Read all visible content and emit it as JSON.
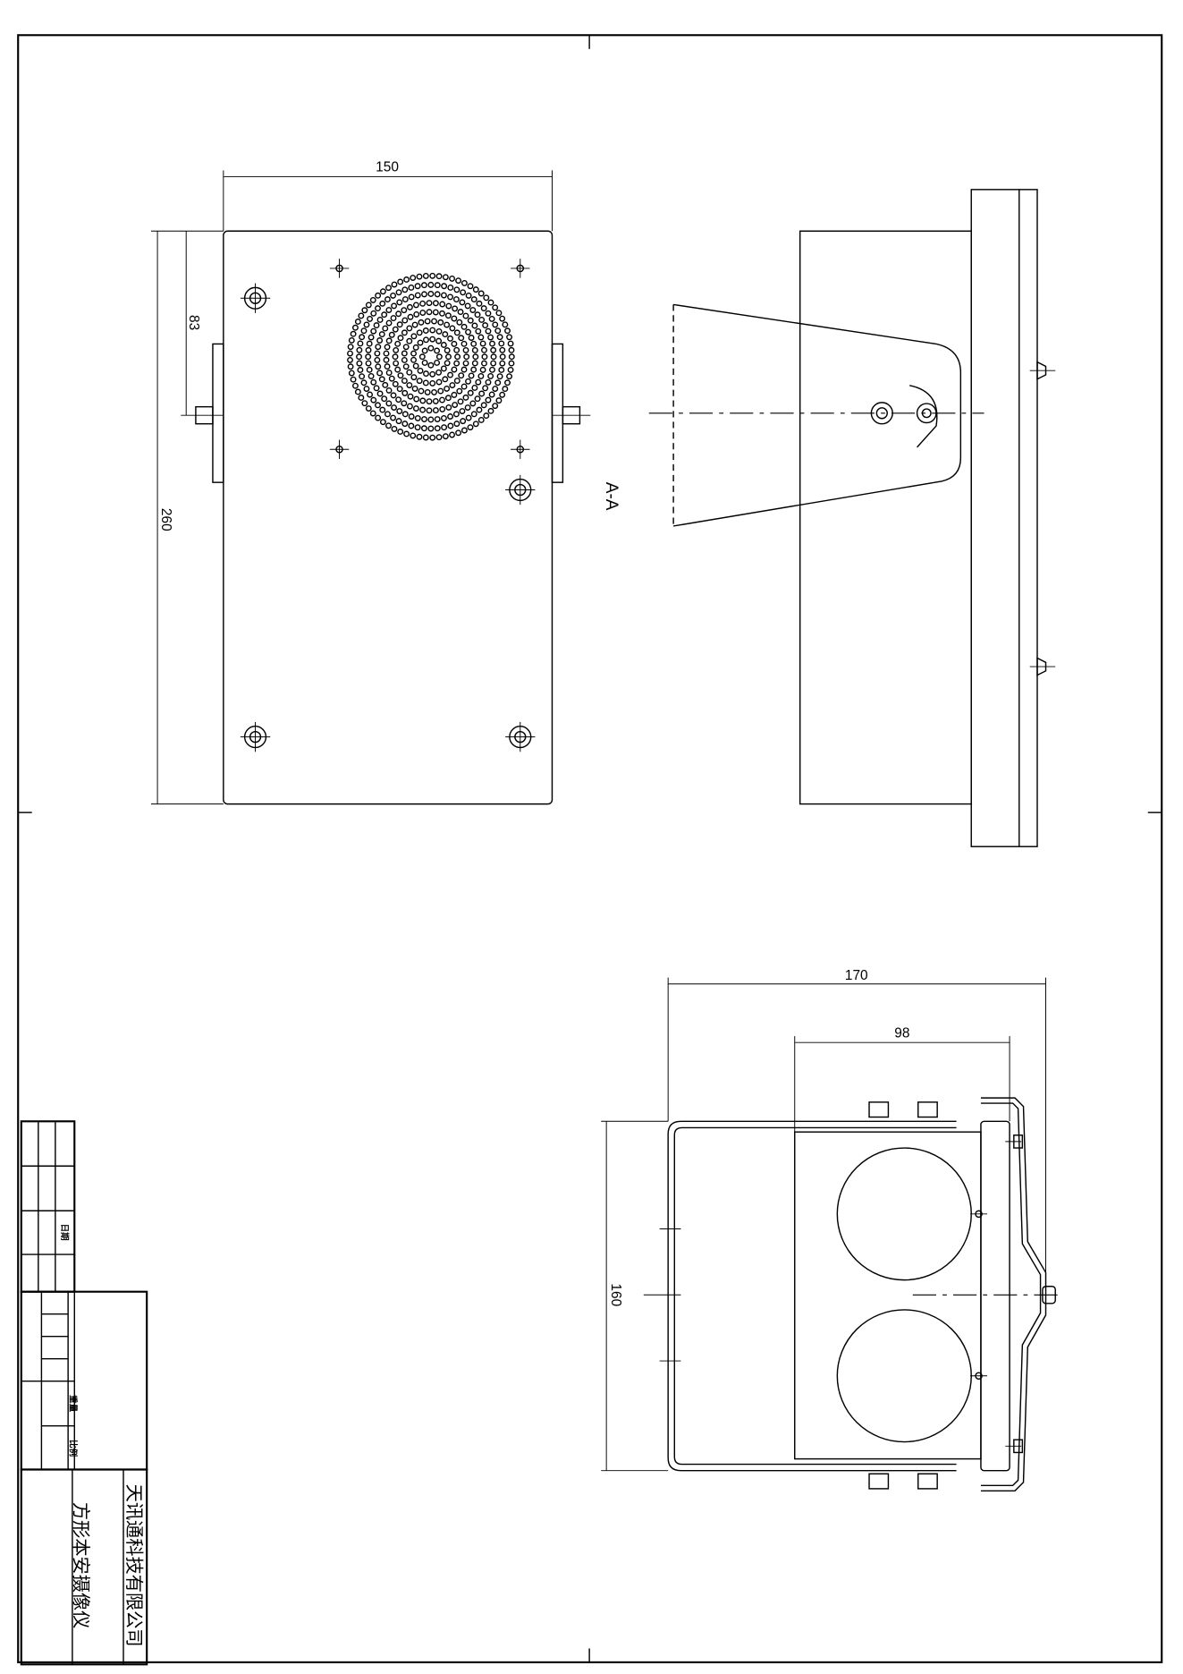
{
  "drawing": {
    "front_view": {
      "width_dim": "150",
      "height_dim": "260",
      "offset_dim": "83"
    },
    "section_label": "A-A",
    "bottom_view": {
      "overall_dim": "170",
      "inner_dim": "98",
      "height_dim": "160"
    }
  },
  "title_block": {
    "date_label": "日期",
    "weight_label": "重量",
    "scale_label": "比例",
    "company": "天讯通科技有限公司",
    "product_name": "方形本安摄像仪"
  }
}
